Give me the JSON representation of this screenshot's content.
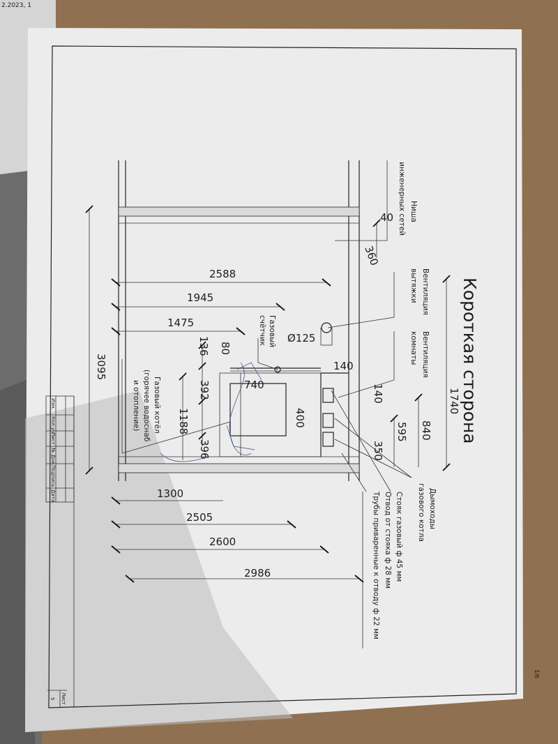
{
  "photo_stamp": "2.2023, 1",
  "page_counter": "1/6",
  "drawing": {
    "title": "Короткая сторона",
    "labels": {
      "niche_line1": "Ниша",
      "niche_line2": "инженерных сетей",
      "vent_exhaust_line1": "Вентиляция",
      "vent_exhaust_line2": "вытяжки",
      "vent_room_line1": "Вентиляция",
      "vent_room_line2": "комнаты",
      "chimney_line1": "Дымоходы",
      "chimney_line2": "газового котла",
      "riser": "Стояк газовый ф 45 мм",
      "branch": "Отвод от стояка ф 28 мм",
      "pipes": "Трубы приваренные к отводу ф 22 мм",
      "gas_meter_line1": "Газовый",
      "gas_meter_line2": "счётчик",
      "boiler_line1": "Газовый котёл",
      "boiler_line2": "(горячее водоснаб",
      "boiler_line3": "и отопление)"
    },
    "dimensions": {
      "d1740": "1740",
      "d840": "840",
      "d595": "595",
      "d350": "350",
      "d140a": "140",
      "d140b": "140",
      "d125": "Ø125",
      "d40": "40",
      "d360": "360",
      "d2588": "2588",
      "d1945": "1945",
      "d1475": "1475",
      "d3095": "3095",
      "d136": "136",
      "d80": "80",
      "d392": "392",
      "d740": "740",
      "d400": "400",
      "d1188": "1188",
      "d396": "396",
      "d1300": "1300",
      "d2505": "2505",
      "d2600": "2600",
      "d2986": "2986"
    },
    "title_block": {
      "cols": [
        "Изм.",
        "Кол.уч",
        "Лист",
        "№ Док.",
        "Подпись",
        "Дата"
      ],
      "sheet_label": "Лист",
      "sheet_number": "5"
    }
  }
}
